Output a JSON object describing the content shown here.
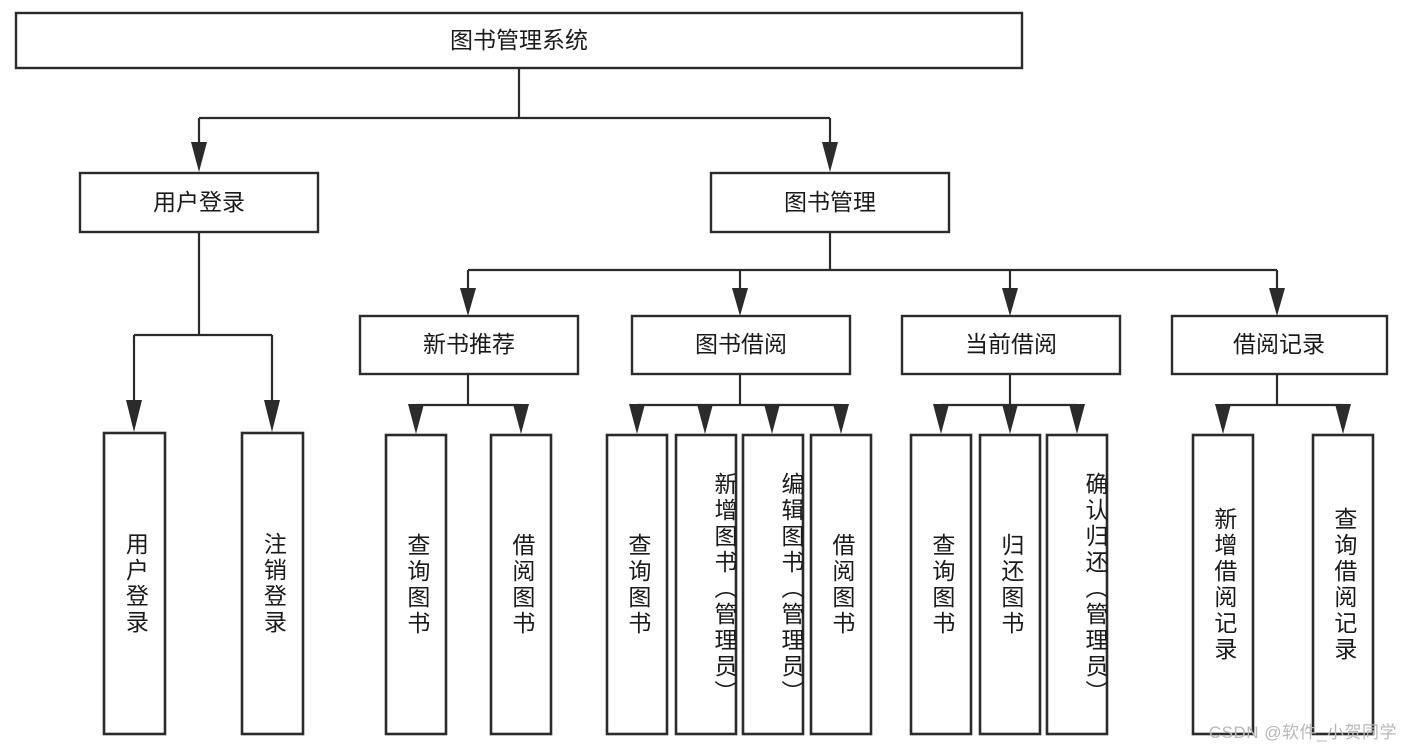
{
  "diagram": {
    "title": "图书管理系统",
    "type": "hierarchy-tree",
    "root": {
      "id": "root",
      "label": "图书管理系统"
    },
    "level2": [
      {
        "id": "user-login",
        "label": "用户登录"
      },
      {
        "id": "book-manage",
        "label": "图书管理"
      }
    ],
    "level3": [
      {
        "id": "new-book-rec",
        "label": "新书推荐",
        "parent": "book-manage"
      },
      {
        "id": "book-borrow",
        "label": "图书借阅",
        "parent": "book-manage"
      },
      {
        "id": "current-borrow",
        "label": "当前借阅",
        "parent": "book-manage"
      },
      {
        "id": "borrow-record",
        "label": "借阅记录",
        "parent": "book-manage"
      }
    ],
    "leaves": [
      {
        "id": "leaf-user-login",
        "label": "用户登录",
        "parent": "user-login"
      },
      {
        "id": "leaf-user-logout",
        "label": "注销登录",
        "parent": "user-login"
      },
      {
        "id": "leaf-rec-query",
        "label": "查询图书",
        "parent": "new-book-rec"
      },
      {
        "id": "leaf-rec-borrow",
        "label": "借阅图书",
        "parent": "new-book-rec"
      },
      {
        "id": "leaf-borrow-query",
        "label": "查询图书",
        "parent": "book-borrow"
      },
      {
        "id": "leaf-borrow-add",
        "label": "新增图书（管理员）",
        "parent": "book-borrow"
      },
      {
        "id": "leaf-borrow-edit",
        "label": "编辑图书（管理员）",
        "parent": "book-borrow"
      },
      {
        "id": "leaf-borrow-lend",
        "label": "借阅图书",
        "parent": "book-borrow"
      },
      {
        "id": "leaf-cur-query",
        "label": "查询图书",
        "parent": "current-borrow"
      },
      {
        "id": "leaf-cur-return",
        "label": "归还图书",
        "parent": "current-borrow"
      },
      {
        "id": "leaf-cur-confirm",
        "label": "确认归还（管理员）",
        "parent": "current-borrow"
      },
      {
        "id": "leaf-rec-add",
        "label": "新增借阅记录",
        "parent": "borrow-record"
      },
      {
        "id": "leaf-rec-search",
        "label": "查询借阅记录",
        "parent": "borrow-record"
      }
    ],
    "colors": {
      "stroke": "#2b2b2b",
      "fill": "#ffffff",
      "text": "#1a1a1a",
      "watermark": "#b8b8b8"
    }
  },
  "watermark": {
    "text": "CSDN @软件_小贺同学"
  }
}
